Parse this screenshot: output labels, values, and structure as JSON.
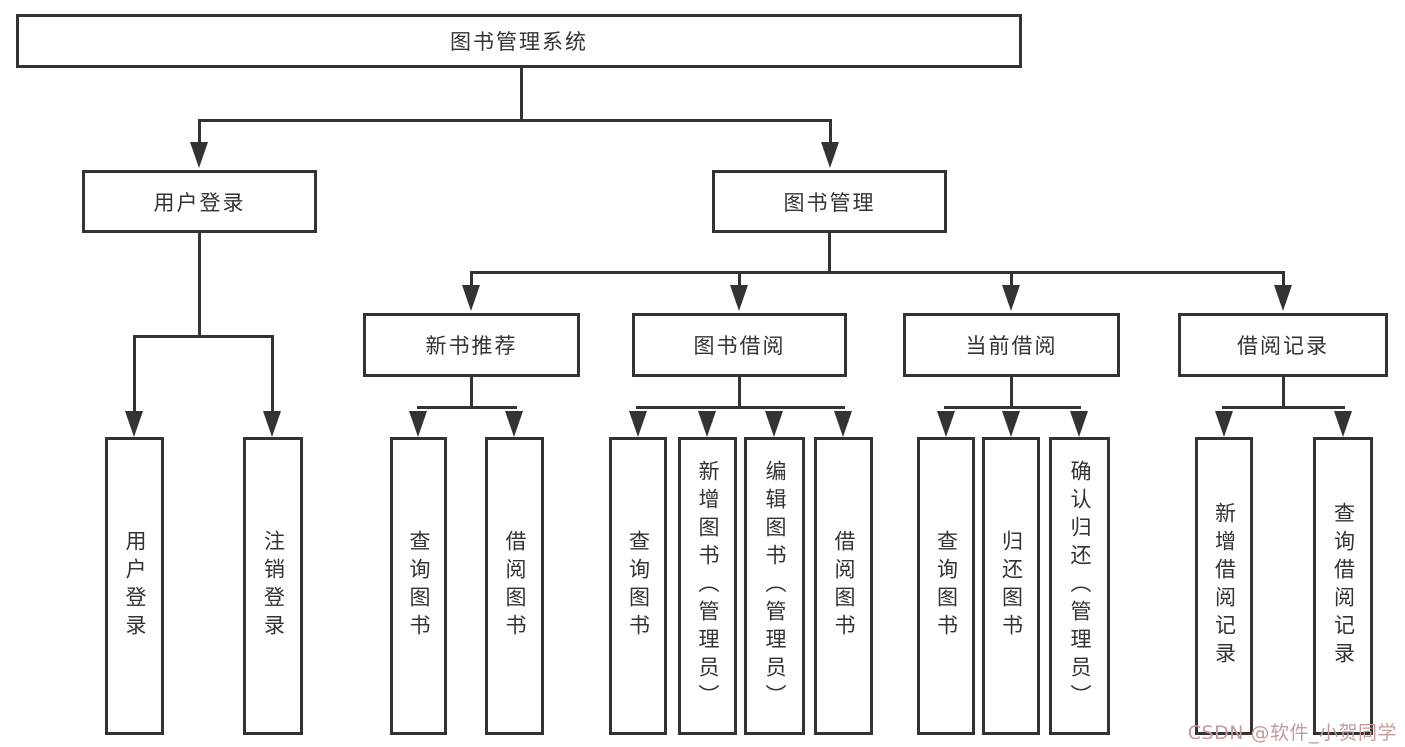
{
  "diagram": {
    "tree": {
      "root": "图书管理系统",
      "branches": [
        {
          "label": "用户登录",
          "children": [
            "用户登录",
            "注销登录"
          ]
        },
        {
          "label": "图书管理",
          "children": [
            {
              "label": "新书推荐",
              "children": [
                "查询图书",
                "借阅图书"
              ]
            },
            {
              "label": "图书借阅",
              "children": [
                "查询图书",
                "新增图书（管理员）",
                "编辑图书（管理员）",
                "借阅图书"
              ]
            },
            {
              "label": "当前借阅",
              "children": [
                "查询图书",
                "归还图书",
                "确认归还（管理员）"
              ]
            },
            {
              "label": "借阅记录",
              "children": [
                "新增借阅记录",
                "查询借阅记录"
              ]
            }
          ]
        }
      ]
    },
    "watermark": "CSDN @软件_小贺同学",
    "colors": {
      "line": "#333333",
      "text": "#333333",
      "background": "#ffffff",
      "watermark": "#c59b9b"
    }
  }
}
